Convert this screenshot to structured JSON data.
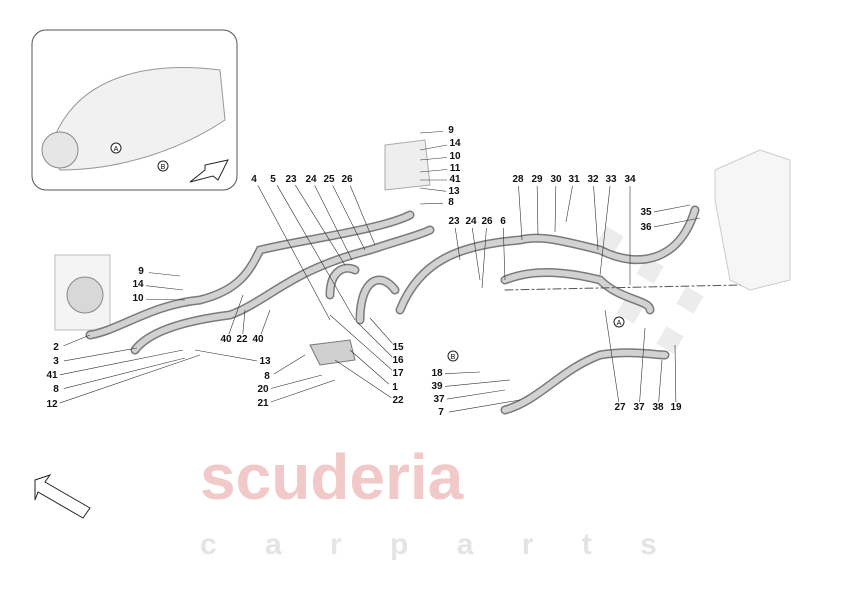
{
  "watermark": {
    "brand": "scuderia",
    "sub": "c a r p a r t s"
  },
  "callouts": [
    "9",
    "14",
    "10",
    "11",
    "41",
    "13",
    "8",
    "4",
    "5",
    "23",
    "24",
    "25",
    "26",
    "28",
    "29",
    "30",
    "31",
    "32",
    "33",
    "34",
    "35",
    "36",
    "23",
    "24",
    "26",
    "6",
    "9",
    "14",
    "10",
    "2",
    "3",
    "41",
    "8",
    "12",
    "40",
    "22",
    "40",
    "13",
    "15",
    "16",
    "17",
    "1",
    "22",
    "8",
    "20",
    "21",
    "18",
    "39",
    "37",
    "7",
    "27",
    "37",
    "38",
    "19"
  ],
  "reference_markers": {
    "a": "A",
    "b": "B"
  },
  "colors": {
    "pipe": "#c9c9c9",
    "pipe_edge": "#7a7a7a",
    "watermark": "#f2c9c9",
    "inset_border": "#555555"
  }
}
